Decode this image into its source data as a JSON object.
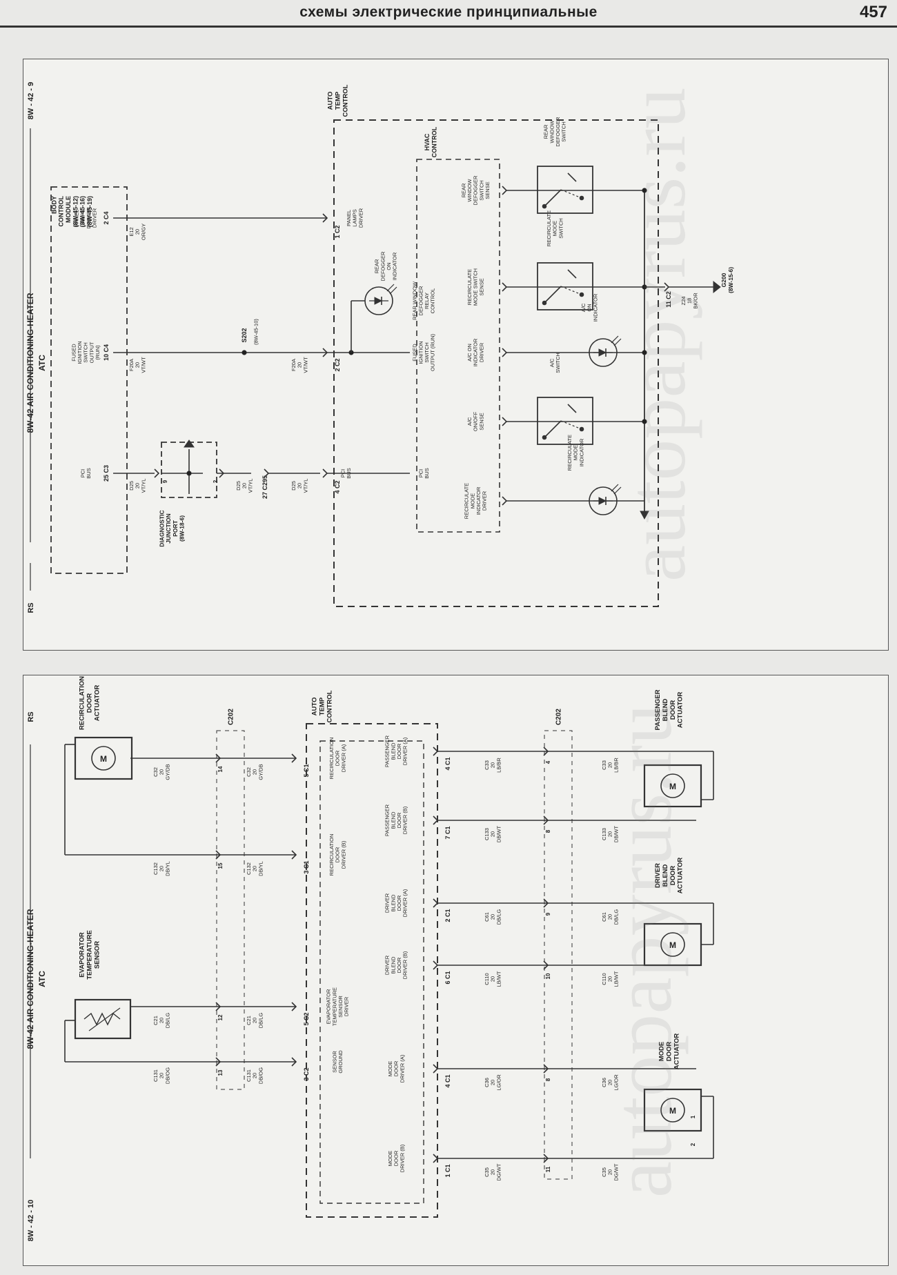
{
  "header": {
    "title": "схемы электрические принципиальные",
    "page_number": "457"
  },
  "watermark": "autopapyrus.ru",
  "top": {
    "corner_tl": "8W - 42 - 9",
    "corner_bl": "RS",
    "title": "8W-42 AIR CONDITIONING-HEATER",
    "subtitle": "ATC",
    "bcm": [
      "BODY",
      "CONTROL",
      "MODULE",
      "(8W-45-12)",
      "(8W-45-16)",
      "(8W-45-19)"
    ],
    "bcm_pins": [
      {
        "lines": [
          "PCI",
          "BUS"
        ],
        "cav": "25",
        "conn": "C3"
      },
      {
        "lines": [
          "FUSED",
          "IGNITION",
          "SWITCH",
          "OUTPUT",
          "(RUN)"
        ],
        "cav": "10",
        "conn": "C4"
      },
      {
        "lines": [
          "PANEL",
          "LAMPS",
          "DIMMER",
          "DRIVER"
        ],
        "cav": "2",
        "conn": "C4"
      }
    ],
    "wires_upper": [
      {
        "code": "D25",
        "gauge": "20",
        "color": "VT/YL"
      },
      {
        "code": "F20A",
        "gauge": "20",
        "color": "VT/WT"
      },
      {
        "code": "E12",
        "gauge": "20",
        "color": "OR/GY"
      }
    ],
    "djp": [
      "DIAGNOSTIC",
      "JUNCTION",
      "PORT",
      "(8W-18-6)"
    ],
    "djp_pins": [
      "9",
      "2"
    ],
    "wire_pci_lower": {
      "code": "D25",
      "gauge": "20",
      "color": "VT/YL"
    },
    "c295": {
      "cav": "27",
      "conn": "C295"
    },
    "wire_pci_c2": {
      "code": "D25",
      "gauge": "20",
      "color": "VT/YL"
    },
    "s202": {
      "id": "S202",
      "ref": "(8W-45-10)"
    },
    "wire_ign_lower": {
      "code": "F20A",
      "gauge": "20",
      "color": "VT/WT"
    },
    "atc": [
      "AUTO",
      "TEMP",
      "CONTROL"
    ],
    "hvac": [
      "HVAC",
      "CONTROL"
    ],
    "c2_pins": [
      {
        "lines": [
          "PCI",
          "BUS"
        ],
        "cav": "4",
        "conn": "C2"
      },
      {
        "lines": [
          "FUSED",
          "IGNITION",
          "SWITCH",
          "OUTPUT (RUN)"
        ],
        "cav": "2",
        "conn": "C2"
      },
      {
        "lines": [
          "PANEL",
          "LAMPS",
          "DRIVER"
        ],
        "cav": "1",
        "conn": "C2"
      }
    ],
    "ind_rear": [
      "REAR",
      "DEFOGGER",
      "ON",
      "INDICATOR"
    ],
    "hvac_funcs": [
      [
        "RECIRCULATE",
        "MODE",
        "INDICATOR",
        "DRIVER"
      ],
      [
        "PCI",
        "BUS"
      ],
      [
        "A/C",
        "ON/OFF",
        "SENSE"
      ],
      [
        "FUSED",
        "IGNITION",
        "SWITCH",
        "OUTPUT (RUN)"
      ],
      [
        "A/C ON",
        "INDICATOR",
        "DRIVER"
      ],
      [
        "REAR WINDOW",
        "DEFOGGER",
        "RELAY",
        "CONTROL"
      ],
      [
        "RECIRCULATE",
        "MODE SWITCH",
        "SENSE"
      ],
      [
        "REAR",
        "WINDOW",
        "DEFOGGER",
        "SWITCH",
        "SENSE"
      ]
    ],
    "ind_recirc": [
      "RECIRCULATE",
      "MODE",
      "INDICATOR"
    ],
    "ind_ac": [
      "A/C",
      "ON",
      "INDICATOR"
    ],
    "sw_ac": [
      "A/C",
      "SWITCH"
    ],
    "sw_recirc": [
      "RECIRCULATE",
      "MODE",
      "SWITCH"
    ],
    "sw_rear": [
      "REAR",
      "WINDOW",
      "DEFOGGER",
      "SWITCH"
    ],
    "ground_pin": {
      "cav": "11",
      "conn": "C2"
    },
    "ground_wire": {
      "code": "Z24",
      "gauge": "18",
      "color": "BK/OR"
    },
    "ground": [
      "G200",
      "(8W-15-6)"
    ]
  },
  "bottom": {
    "corner_tr": "RS",
    "corner_br": "8W - 42 - 10",
    "title": "8W-42 AIR CONDITIONING-HEATER",
    "subtitle": "ATC",
    "evap": [
      "EVAPORATOR",
      "TEMPERATURE",
      "SENSOR"
    ],
    "recirc_act": [
      "RECIRCULATION",
      "DOOR",
      "ACTUATOR"
    ],
    "mode_act": [
      "MODE",
      "DOOR",
      "ACTUATOR"
    ],
    "driver_act": [
      "DRIVER",
      "BLEND",
      "DOOR",
      "ACTUATOR"
    ],
    "pass_act": [
      "PASSENGER",
      "BLEND",
      "DOOR",
      "ACTUATOR"
    ],
    "c202": "C202",
    "atc": [
      "AUTO",
      "TEMP",
      "CONTROL"
    ],
    "wires_left": [
      {
        "code": "C131",
        "gauge": "20",
        "color": "DB/OG"
      },
      {
        "code": "C21",
        "gauge": "20",
        "color": "DB/LG"
      },
      {
        "code": "C132",
        "gauge": "20",
        "color": "DB/YL"
      },
      {
        "code": "C32",
        "gauge": "20",
        "color": "GY/DB"
      }
    ],
    "wires_left_inner": [
      {
        "code": "C131",
        "gauge": "20",
        "color": "DB/OG"
      },
      {
        "code": "C21",
        "gauge": "20",
        "color": "DB/LG"
      },
      {
        "code": "C132",
        "gauge": "20",
        "color": "DB/YL"
      },
      {
        "code": "C32",
        "gauge": "20",
        "color": "GY/DB"
      }
    ],
    "c202_left_cavs": [
      "13",
      "12",
      "15",
      "14"
    ],
    "atc_left_pins": [
      {
        "cav": "3",
        "conn": "C2"
      },
      {
        "cav": "5",
        "conn": "C2"
      },
      {
        "cav": "3",
        "conn": "C1"
      },
      {
        "cav": "5",
        "conn": "C1"
      }
    ],
    "func_left": [
      [
        "SENSOR",
        "GROUND"
      ],
      [
        "EVAPORATOR",
        "TEMPERATURE",
        "SENSOR",
        "DRIVER"
      ],
      [
        "RECIRCULATION",
        "DOOR",
        "DRIVER (B)"
      ],
      [
        "RECIRCULATION",
        "DOOR",
        "DRIVER (A)"
      ]
    ],
    "func_right": [
      [
        "MODE",
        "DOOR",
        "DRIVER (B)"
      ],
      [
        "MODE",
        "DOOR",
        "DRIVER (A)"
      ],
      [
        "DRIVER",
        "BLEND",
        "DOOR",
        "DRIVER (B)"
      ],
      [
        "DRIVER",
        "BLEND",
        "DOOR",
        "DRIVER (A)"
      ],
      [
        "PASSENGER",
        "BLEND",
        "DOOR",
        "DRIVER (B)"
      ],
      [
        "PASSENGER",
        "BLEND",
        "DOOR",
        "DRIVER (A)"
      ]
    ],
    "atc_right_pins": [
      {
        "cav": "1",
        "conn": "C1"
      },
      {
        "cav": "4",
        "conn": "C1"
      },
      {
        "cav": "6",
        "conn": "C1"
      },
      {
        "cav": "2",
        "conn": "C1"
      },
      {
        "cav": "7",
        "conn": "C1"
      },
      {
        "cav": "4",
        "conn": "C1"
      }
    ],
    "wires_right_inner": [
      {
        "code": "C35",
        "gauge": "20",
        "color": "DG/WT"
      },
      {
        "code": "C36",
        "gauge": "20",
        "color": "LG/OR"
      },
      {
        "code": "C110",
        "gauge": "20",
        "color": "LB/WT"
      },
      {
        "code": "C61",
        "gauge": "20",
        "color": "DB/LG"
      },
      {
        "code": "C133",
        "gauge": "20",
        "color": "DB/WT"
      },
      {
        "code": "C33",
        "gauge": "20",
        "color": "LB/BR"
      }
    ],
    "c202_right_cavs": [
      "11",
      "8",
      "10",
      "9",
      "8",
      "4"
    ],
    "wires_right": [
      {
        "code": "C35",
        "gauge": "20",
        "color": "DG/WT"
      },
      {
        "code": "C36",
        "gauge": "20",
        "color": "LG/OR"
      },
      {
        "code": "C110",
        "gauge": "20",
        "color": "LB/WT"
      },
      {
        "code": "C61",
        "gauge": "20",
        "color": "DB/LG"
      },
      {
        "code": "C133",
        "gauge": "20",
        "color": "DB/WT"
      },
      {
        "code": "C33",
        "gauge": "20",
        "color": "LB/BR"
      }
    ],
    "act_pins": [
      "1",
      "2"
    ]
  }
}
